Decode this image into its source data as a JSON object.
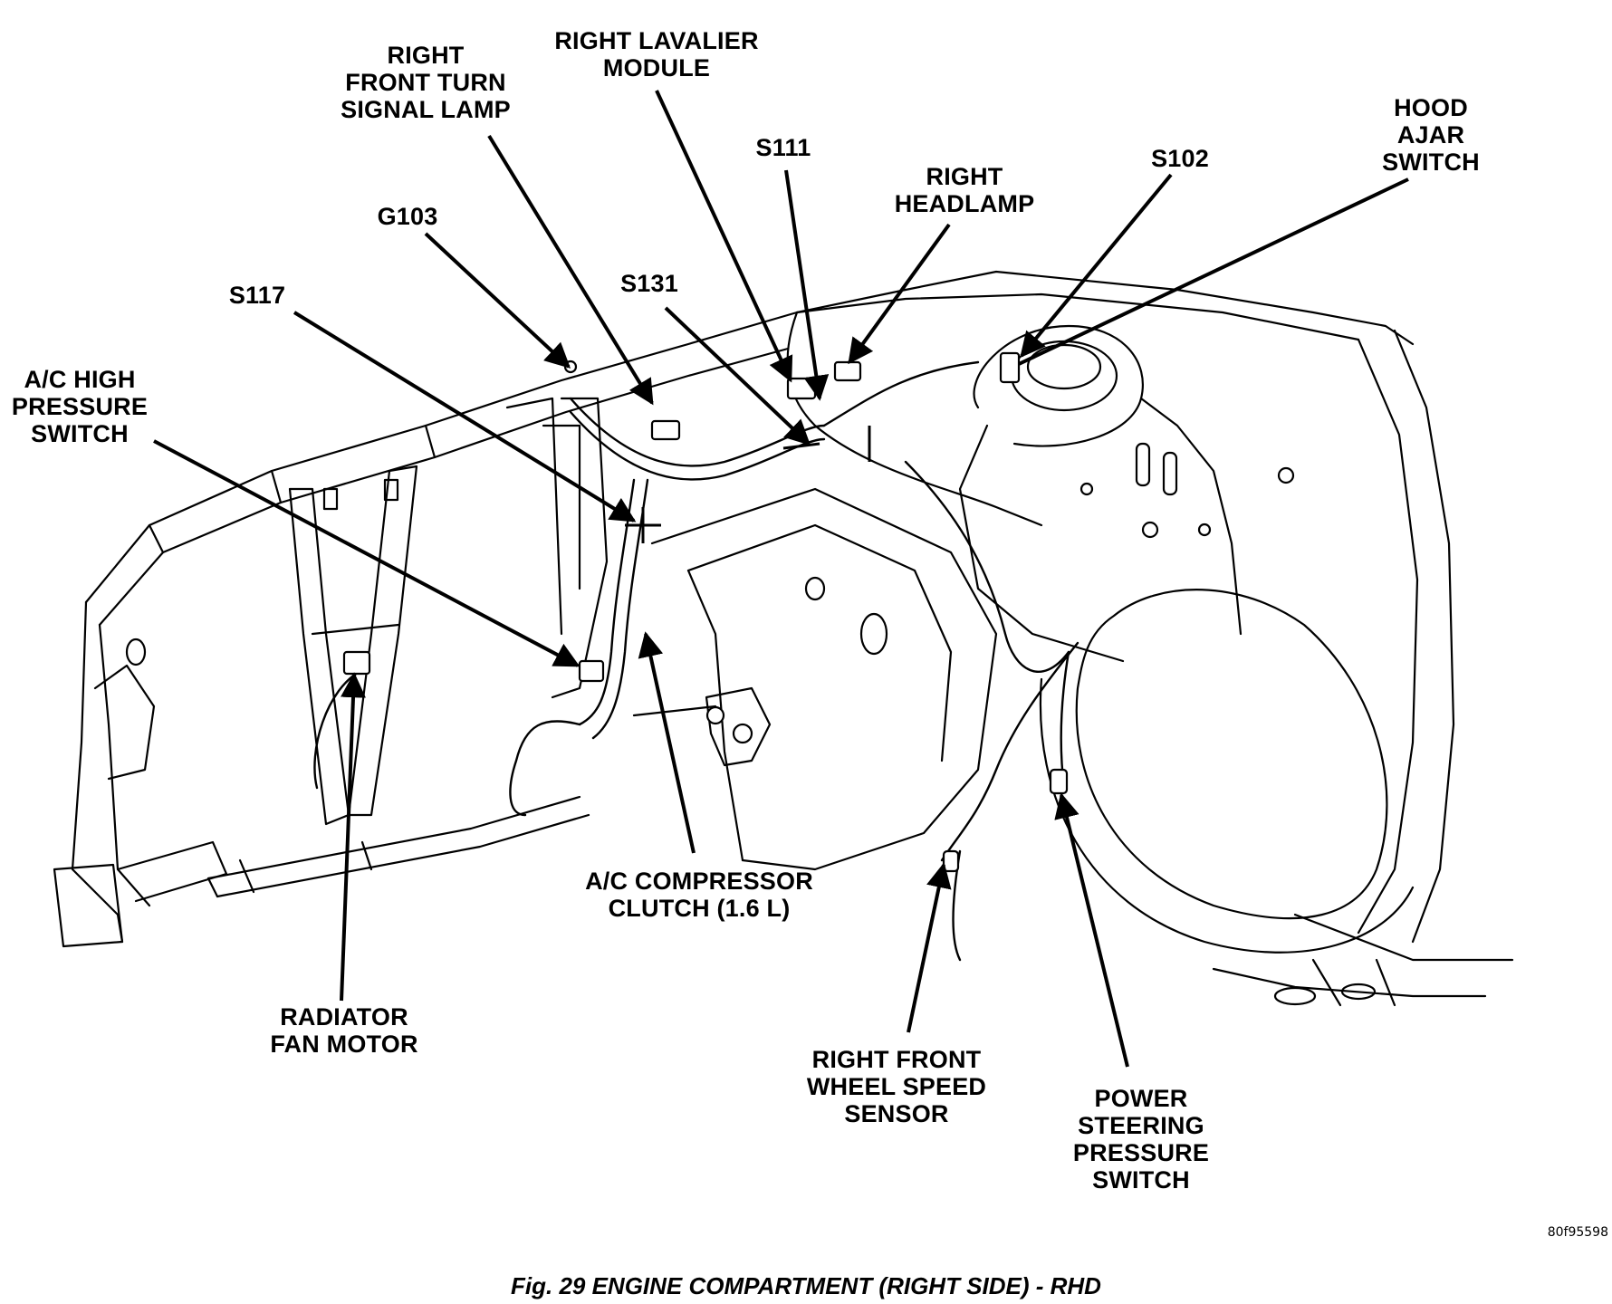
{
  "caption": "Fig. 29 ENGINE COMPARTMENT (RIGHT SIDE) - RHD",
  "figure_number": "80f95598",
  "labels": {
    "rf_turn_signal": [
      "RIGHT",
      "FRONT TURN",
      "SIGNAL LAMP"
    ],
    "lavalier": [
      "RIGHT LAVALIER",
      "MODULE"
    ],
    "s111": [
      "S111"
    ],
    "headlamp": [
      "RIGHT",
      "HEADLAMP"
    ],
    "s102": [
      "S102"
    ],
    "hood_ajar": [
      "HOOD",
      "AJAR",
      "SWITCH"
    ],
    "g103": [
      "G103"
    ],
    "s131": [
      "S131"
    ],
    "s117": [
      "S117"
    ],
    "ac_high": [
      "A/C HIGH",
      "PRESSURE",
      "SWITCH"
    ],
    "ac_clutch": [
      "A/C COMPRESSOR",
      "CLUTCH (1.6 L)"
    ],
    "radiator_fan": [
      "RADIATOR",
      "FAN MOTOR"
    ],
    "wheel_speed": [
      "RIGHT FRONT",
      "WHEEL SPEED",
      "SENSOR"
    ],
    "ps_switch": [
      "POWER",
      "STEERING",
      "PRESSURE",
      "SWITCH"
    ]
  }
}
